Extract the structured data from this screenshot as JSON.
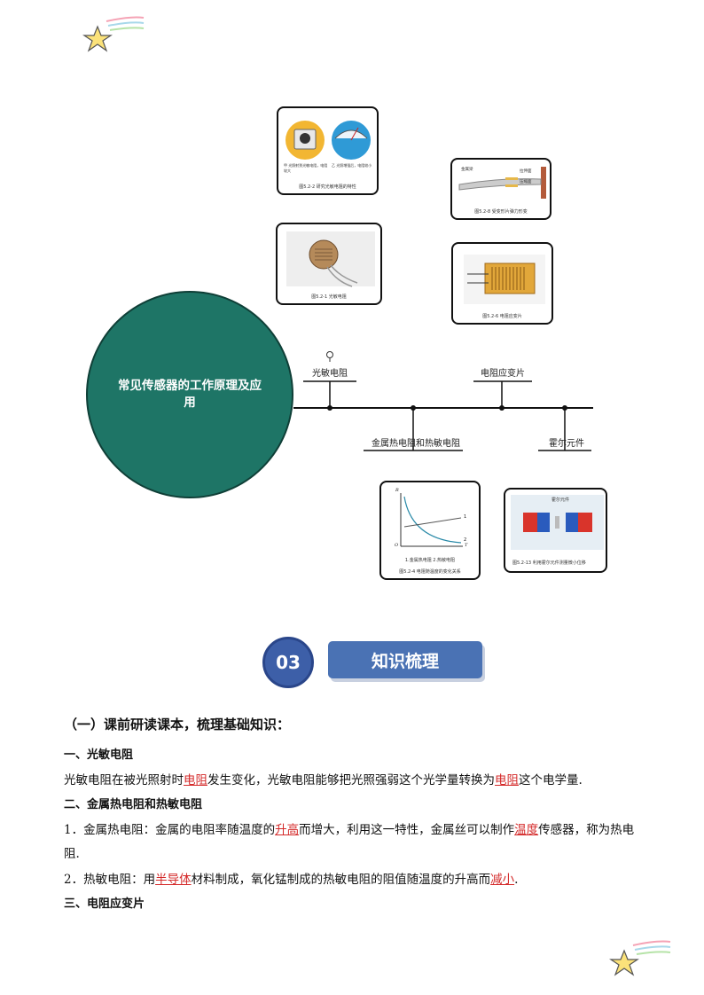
{
  "mindmap": {
    "center": "常见传感器的工作原理及应用",
    "branches": {
      "photoresistor": "光敏电阻",
      "strain_gauge": "电阻应变片",
      "thermistor": "金属热电阻和热敏电阻",
      "hall": "霍尔元件"
    },
    "thumbs": {
      "photo1_caption": "图5.2-2  研究光敏电阻的特性",
      "photo1_note_a": "甲  光照射到光敏电阻，电阻较大",
      "photo1_note_b": "乙  光照增强后，电阻较小",
      "photo2_caption": "图5.2-1  光敏电阻",
      "bend_caption": "图5.2-8  受变形片弹力形变",
      "bend_top": "拉伸面",
      "bend_bottom": "压缩面",
      "bend_left": "金属梁",
      "strain_caption": "图5.2-6  电阻应变片",
      "graph_caption": "图5.2-4  电阻随温度的变化关系",
      "graph_legend": "1.金属热电阻  2.热敏电阻",
      "graph_axis_r": "R",
      "graph_axis_t": "T",
      "graph_origin": "O",
      "graph_curve1": "1",
      "graph_curve2": "2",
      "hall_caption": "图5.2-13  利用霍尔元件测量微小位移",
      "hall_label": "霍尔元件"
    }
  },
  "section": {
    "number": "03",
    "title": "知识梳理"
  },
  "content": {
    "heading": "（一）课前研读课本，梳理基础知识：",
    "s1_title": "一、光敏电阻",
    "s1_p1_a": "光敏电阻在被光照射时",
    "s1_p1_ans1": "电阻",
    "s1_p1_b": "发生变化，光敏电阻能够把光照强弱这个光学量转换为",
    "s1_p1_ans2": "电阻",
    "s1_p1_c": "这个电学量.",
    "s2_title": "二、金属热电阻和热敏电阻",
    "s2_p1_a": "1．金属热电阻：金属的电阻率随温度的",
    "s2_p1_ans1": "升高",
    "s2_p1_b": "而增大，利用这一特性，金属丝可以制作",
    "s2_p1_ans2": "温度",
    "s2_p1_c": "传感器，称为热电阻.",
    "s2_p2_a": "2．热敏电阻：用",
    "s2_p2_ans1": "半导体",
    "s2_p2_b": "材料制成，氧化锰制成的热敏电阻的阻值随温度的升高而",
    "s2_p2_ans2": "减小",
    "s2_p2_c": ".",
    "s3_title": "三、电阻应变片"
  },
  "colors": {
    "circle": "#1e7566",
    "banner": "#4a72b4",
    "answer": "#d42a2a"
  }
}
